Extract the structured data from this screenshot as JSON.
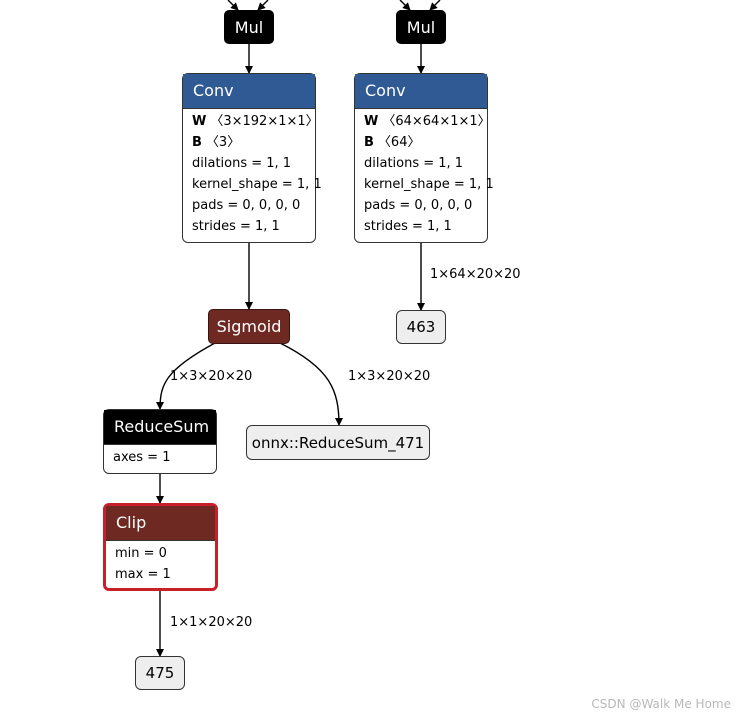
{
  "nodes": {
    "mul_left": {
      "label": "Mul"
    },
    "mul_right": {
      "label": "Mul"
    },
    "conv_left": {
      "title": "Conv",
      "weights": [
        {
          "name": "W",
          "shape": "〈3×192×1×1〉"
        },
        {
          "name": "B",
          "shape": "〈3〉"
        }
      ],
      "attributes": [
        "dilations = 1, 1",
        "kernel_shape = 1, 1",
        "pads = 0, 0, 0, 0",
        "strides = 1, 1"
      ]
    },
    "conv_right": {
      "title": "Conv",
      "weights": [
        {
          "name": "W",
          "shape": "〈64×64×1×1〉"
        },
        {
          "name": "B",
          "shape": "〈64〉"
        }
      ],
      "attributes": [
        "dilations = 1, 1",
        "kernel_shape = 1, 1",
        "pads = 0, 0, 0, 0",
        "strides = 1, 1"
      ]
    },
    "sigmoid": {
      "label": "Sigmoid"
    },
    "reducesum": {
      "title": "ReduceSum",
      "attributes": [
        "axes = 1"
      ]
    },
    "clip": {
      "title": "Clip",
      "attributes": [
        "min = 0",
        "max = 1"
      ]
    }
  },
  "outputs": {
    "out_463": "463",
    "out_reducesum_471": "onnx::ReduceSum_471",
    "out_475": "475"
  },
  "edge_labels": {
    "conv_right_to_463": "1×64×20×20",
    "sigmoid_to_reducesum": "1×3×20×20",
    "sigmoid_to_output": "1×3×20×20",
    "clip_to_475": "1×1×20×20"
  },
  "watermark": "CSDN @Walk Me Home",
  "colors": {
    "conv_header": "#305a94",
    "sigmoid_fill": "#6e2a22",
    "clip_header": "#6e2a22",
    "selected_border": "#c8202a",
    "tensor_fill": "#eeeeee"
  }
}
